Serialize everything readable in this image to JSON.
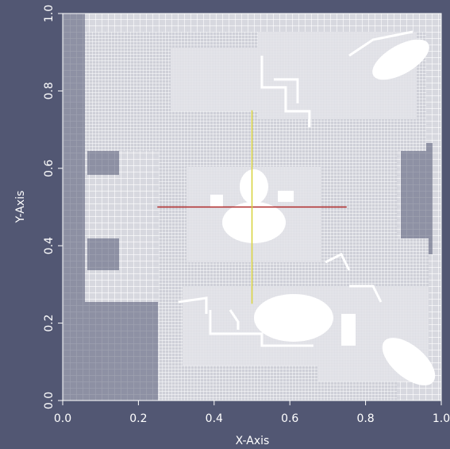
{
  "viewer": {
    "background": "#525773",
    "grid_fine_color": "#e9eaf0",
    "grid_coarse_color": "#ffffff",
    "cell_fill_color": "#d7d8df",
    "refined_block_color": "#f4f4f6"
  },
  "axes": {
    "x_title": "X-Axis",
    "y_title": "Y-Axis",
    "x_ticks": [
      "0.0",
      "0.2",
      "0.4",
      "0.6",
      "0.8",
      "1.0"
    ],
    "y_ticks": [
      "0.0",
      "0.2",
      "0.4",
      "0.6",
      "0.8",
      "1.0"
    ],
    "x_range": [
      0.0,
      1.0
    ],
    "y_range": [
      0.0,
      1.0
    ]
  },
  "overlay": {
    "horizontal_line": {
      "y": 0.5,
      "x_from": 0.25,
      "x_to": 0.75,
      "color": "#b02a2a"
    },
    "vertical_line": {
      "x": 0.5,
      "y_from": 0.25,
      "y_to": 0.75,
      "color": "#d8d23a"
    }
  }
}
